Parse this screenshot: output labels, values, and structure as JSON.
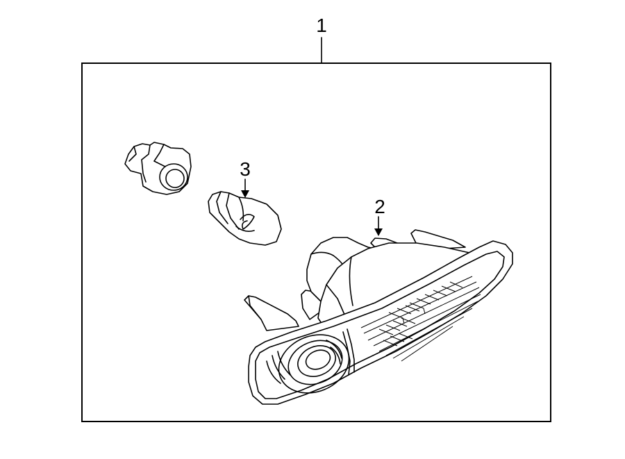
{
  "callouts": {
    "assembly": "1",
    "lens_housing": "2",
    "bulb": "3"
  }
}
